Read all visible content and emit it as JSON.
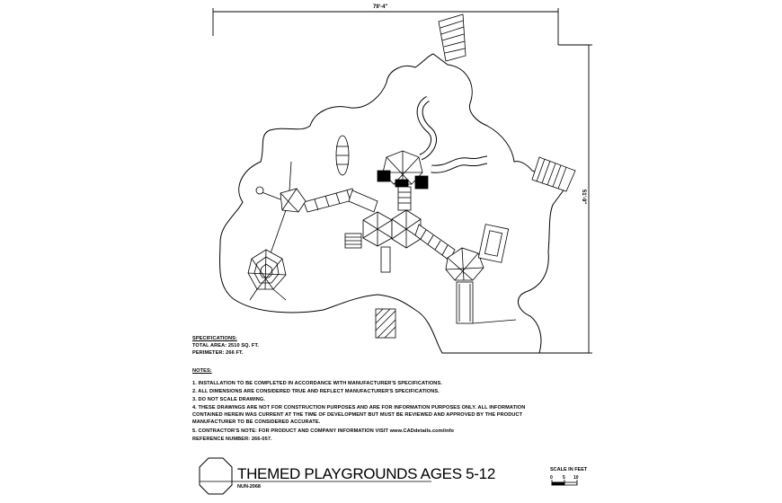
{
  "dimensions": {
    "width_label": "79'-4\"",
    "height_label": "51'-9\""
  },
  "specifications": {
    "heading": "SPECIFICATIONS:",
    "total_area": "TOTAL AREA: 2510 SQ. FT.",
    "perimeter": "PERIMETER: 266 FT."
  },
  "notes": {
    "heading": "NOTES:",
    "items": [
      "1.   INSTALLATION TO BE COMPLETED IN ACCORDANCE WITH MANUFACTURER'S SPECIFICATIONS.",
      "2.   ALL DIMENSIONS ARE CONSIDERED TRUE AND REFLECT MANUFACTURER'S SPECIFICATIONS.",
      "3.   DO NOT SCALE DRAWING.",
      "4.   THESE DRAWINGS ARE NOT FOR CONSTRUCTION PURPOSES AND ARE FOR INFORMATION PURPOSES ONLY. ALL INFORMATION",
      "       CONTAINED HEREIN WAS CURRENT AT THE TIME OF DEVELOPMENT BUT MUST BE REVIEWED AND APPROVED BY THE PRODUCT",
      "       MANUFACTURER TO BE CONSIDERED ACCURATE.",
      "5.   CONTRACTOR'S NOTE: FOR PRODUCT AND COMPANY INFORMATION VISIT www.CADdetails.com/info",
      "       REFERENCE NUMBER: 266-057."
    ]
  },
  "title_block": {
    "title": "THEMED PLAYGROUNDS AGES 5-12",
    "drawing_number": "NUN-2068"
  },
  "scale": {
    "label": "SCALE IN FEET",
    "ticks": [
      "0",
      "5",
      "10"
    ]
  }
}
